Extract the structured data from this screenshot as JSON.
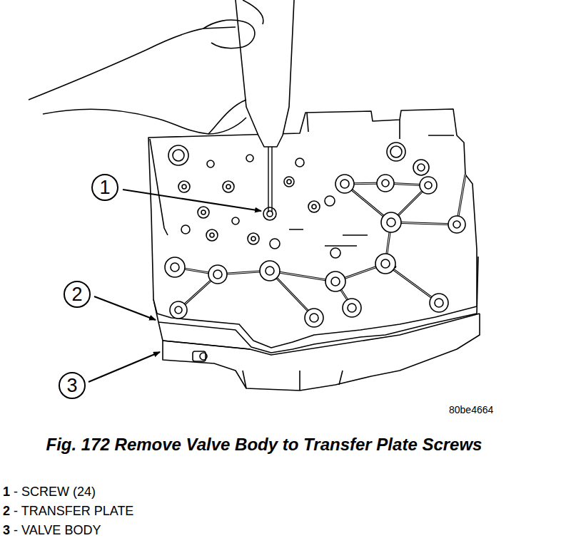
{
  "diagram": {
    "title": "Fig. 172 Remove Valve Body to Transfer Plate Screws",
    "nodes": [
      {
        "text": [
          "1"
        ]
      },
      {
        "text": [
          "2"
        ]
      },
      {
        "text": [
          "3"
        ]
      }
    ],
    "labels": [
      "80be4664",
      "1 - SCREW (24)",
      "2 - TRANSFER PLATE",
      "3 - VALVE BODY"
    ]
  }
}
